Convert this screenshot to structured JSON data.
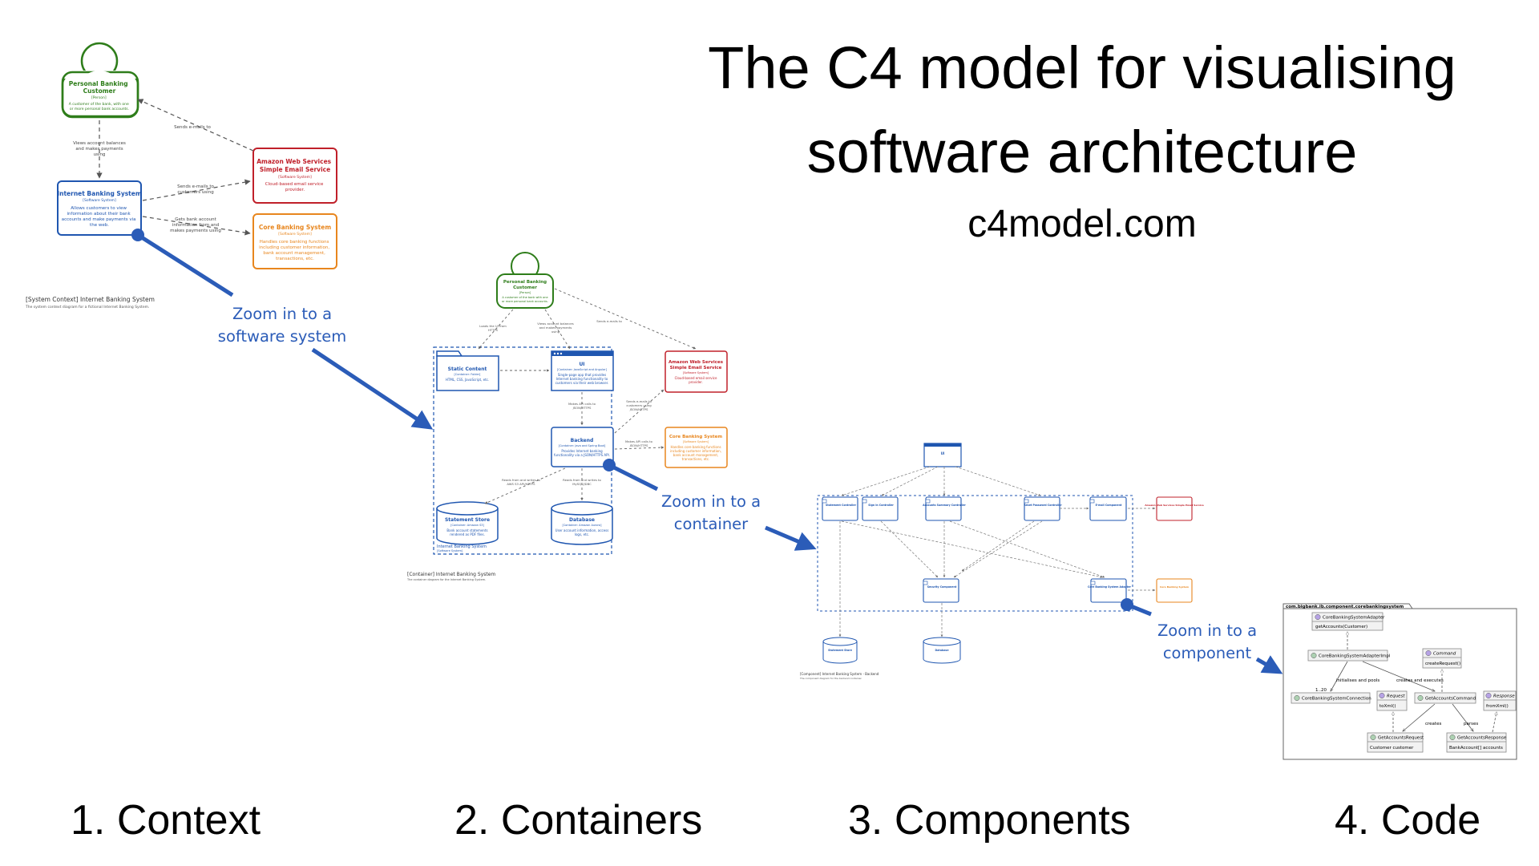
{
  "title": {
    "line1": "The C4 model for visualising",
    "line2": "software architecture",
    "url": "c4model.com"
  },
  "levels": [
    "1. Context",
    "2. Containers",
    "3. Components",
    "4. Code"
  ],
  "zoom_labels": {
    "system": [
      "Zoom in to a",
      "software system"
    ],
    "container": [
      "Zoom in to a",
      "container"
    ],
    "component": [
      "Zoom in to a",
      "component"
    ]
  },
  "colors": {
    "person": "#2e7d1a",
    "system": "#1f56b0",
    "aws": "#c0202a",
    "core": "#e8861e",
    "arrow": "#2b5cb8"
  },
  "context": {
    "person": {
      "name": "Personal Banking",
      "name2": "Customer",
      "type": "[Person]",
      "desc": "A customer of the bank, with one",
      "desc2": "or more personal bank accounts."
    },
    "ibs": {
      "name": "Internet Banking System",
      "type": "[Software System]",
      "desc": [
        "Allows customers to view",
        "information about their bank",
        "accounts and make payments via",
        "the web."
      ]
    },
    "aws": {
      "name": "Amazon Web Services",
      "name2": "Simple Email Service",
      "type": "[Software System]",
      "desc": [
        "Cloud-based email service",
        "provider."
      ]
    },
    "core": {
      "name": "Core Banking System",
      "type": "[Software System]",
      "desc": [
        "Handles core banking functions",
        "including customer information,",
        "bank account management,",
        "transactions, etc."
      ]
    },
    "edges": {
      "views": [
        "Views account balances",
        "and makes payments",
        "using"
      ],
      "sends_to_person": "Sends e-mails to",
      "sends_via": [
        "Sends e-mails to",
        "customers using"
      ],
      "gets": [
        "Gets bank account",
        "information from and",
        "makes payments using"
      ]
    },
    "caption": "[System Context] Internet Banking System",
    "caption_sub": "The system context diagram for a fictional Internet Banking System."
  },
  "containers": {
    "person": {
      "name": "Personal Banking",
      "name2": "Customer",
      "type": "[Person]",
      "desc": "A customer of the bank with one",
      "desc2": "or more personal bank accounts."
    },
    "static": {
      "name": "Static Content",
      "type": "[Container: Folder]",
      "desc": "HTML, CSS, JavaScript, etc."
    },
    "ui": {
      "name": "UI",
      "type": "[Container: JavaScript and Angular]",
      "desc": [
        "Single-page app that provides",
        "Internet banking functionality to",
        "customers via their web browser."
      ]
    },
    "backend": {
      "name": "Backend",
      "type": "[Container: Java and Spring Boot]",
      "desc": [
        "Provides Internet banking",
        "functionality via a JSON/HTTPS API."
      ]
    },
    "statement": {
      "name": "Statement Store",
      "type": "[Container: Amazon S3]",
      "desc": [
        "Bank account statements",
        "rendered as PDF files."
      ]
    },
    "database": {
      "name": "Database",
      "type": "[Container: Amazon Aurora]",
      "desc": [
        "User account information, access",
        "logs, etc."
      ]
    },
    "aws": {
      "name": "Amazon Web Services",
      "name2": "Simple Email Service",
      "type": "[Software System]",
      "desc": [
        "Cloud-based email service",
        "provider."
      ]
    },
    "core": {
      "name": "Core Banking System",
      "type": "[Software System]",
      "desc": [
        "Handles core banking functions",
        "including customer information,",
        "bank account management,",
        "transactions, etc."
      ]
    },
    "edges": {
      "loads": [
        "Loads the UI from",
        "HTTPS"
      ],
      "views": [
        "Views account balances",
        "and makes payments",
        "using"
      ],
      "sends": "Sends e-mails to",
      "makes_api": [
        "Makes API calls to",
        "JSON/HTTPS"
      ],
      "sends_via": [
        "Sends e-mails to",
        "customers using",
        "JSON/HTTPS"
      ],
      "makes_api_core": [
        "Makes API calls to",
        "JSON/HTTPS"
      ],
      "reads_statement": [
        "Reads from and writes to",
        "AWS S3 API/HTTPS"
      ],
      "reads_db": [
        "Reads from and writes to",
        "MySQL/JDBC"
      ],
      "boundary": "Internet Banking System",
      "boundary_type": "[Software System]"
    },
    "caption": "[Container] Internet Banking System",
    "caption_sub": "The container diagram for the Internet Banking System."
  },
  "components": {
    "ui": "UI",
    "comps": [
      "Statement Controller",
      "Sign In Controller",
      "Accounts Summary Controller",
      "Reset Password Controller",
      "E-mail Component",
      "Security Component",
      "Core Banking System Adapter"
    ],
    "aws": "Amazon Web Services Simple Email Service",
    "core": "Core Banking System",
    "statement": "Statement Store",
    "database": "Database",
    "caption": "[Component] Internet Banking System - Backend",
    "caption_sub": "The component diagram for the backend container."
  },
  "code": {
    "package": "com.bigbank.ib.component.corebankingsystem",
    "adapter": {
      "name": "CoreBankingSystemAdapter",
      "method": "getAccounts(Customer)"
    },
    "impl": "CoreBankingSystemAdapterImpl",
    "command": {
      "name": "Command",
      "method": "createRequest()"
    },
    "connection": "CoreBankingSystemConnection",
    "request": {
      "name": "Request",
      "method": "toXml()"
    },
    "getcmd": "GetAccountsCommand",
    "response": {
      "name": "Response",
      "method": "fromXml()"
    },
    "getreq": {
      "name": "GetAccountsRequest",
      "field": "Customer customer"
    },
    "getresp": {
      "name": "GetAccountsResponse",
      "field": "BankAccount[] accounts"
    },
    "edges": {
      "initialises": "initialises and pools",
      "multiplicity": "1..20",
      "creates_exec": "creates and executes",
      "creates": "creates",
      "parses": "parses"
    }
  }
}
